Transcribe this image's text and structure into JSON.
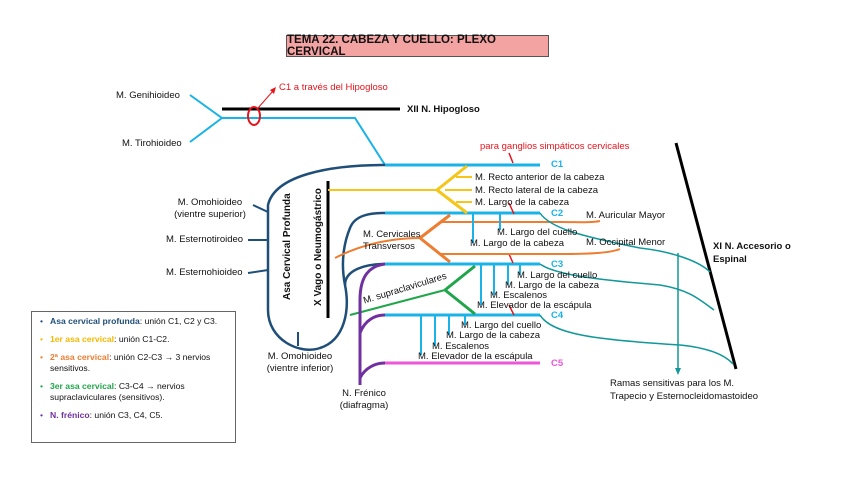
{
  "title": "TEMA 22. CABEZA Y CUELLO: PLEXO CERVICAL",
  "colors": {
    "c_nerve": "#19b3e8",
    "asa_profunda": "#1f4e79",
    "asa_1": "#f5c518",
    "asa_2": "#ed7d31",
    "asa_3": "#1fa64a",
    "frenico": "#7030a0",
    "c5": "#ee55d8",
    "accesorio": "#12989a",
    "sympathetic": "#e8141b",
    "title_bg": "#f4a3a3"
  },
  "hypoglossal": {
    "label": "XII N. Hipogloso",
    "c1_note": "C1 a través del Hipogloso",
    "muscles": [
      "M. Genihioideo",
      "M. Tirohioideo"
    ]
  },
  "sympathetic_label": "para ganglios simpáticos cervicales",
  "roots": [
    "C1",
    "C2",
    "C3",
    "C4",
    "C5"
  ],
  "c1_branches": [
    "M. Recto anterior de la cabeza",
    "M. Recto lateral de la cabeza",
    "M. Largo de la cabeza"
  ],
  "c2_branches": [
    "M. Largo del cuello",
    "M. Largo de la cabeza"
  ],
  "c2_sensory": [
    "M. Auricular Mayor",
    "M. Occipital Menor"
  ],
  "c3_branches": [
    "M. Largo del cuello",
    "M. Largo de la cabeza",
    "M. Escalenos",
    "M. Elevador de la escápula"
  ],
  "c4_branches": [
    "M. Largo del cuello",
    "M. Largo de la cabeza",
    "M. Escalenos",
    "M. Elevador de la escápula"
  ],
  "cervicales_transversos": [
    "M. Cervicales",
    "Transversos"
  ],
  "supraclaviculares": "M. supraclaviculares",
  "asa_profunda_label": "Asa Cervical Profunda",
  "vago_label": "X Vago o Neumogástrico",
  "asa_muscles": [
    [
      "M. Omohioideo",
      "(vientre superior)"
    ],
    [
      "M. Esternotiroideo"
    ],
    [
      "M. Esternohioideo"
    ],
    [
      "M. Omohioideo",
      "(vientre inferior)"
    ]
  ],
  "frenico": [
    "N. Frénico",
    "(diafragma)"
  ],
  "accesorio": [
    "XI N. Accesorio o",
    "Espinal"
  ],
  "ramas_sensitivas": [
    "Ramas sensitivas para los M.",
    "Trapecio y Esternocleidomastoideo"
  ],
  "legend": [
    {
      "key": "Asa cervical profunda",
      "text": ": unión C1, C2 y C3.",
      "color": "#1f4e79"
    },
    {
      "key": "1er asa cervical",
      "text": ": unión C1-C2.",
      "color": "#f5b800"
    },
    {
      "key": "2ª asa cervical",
      "text": ": unión C2-C3 → 3 nervios sensitivos.",
      "color": "#ed7d31"
    },
    {
      "key": "3er asa cervical",
      "text": ": C3-C4 → nervios supraclaviculares (sensitivos).",
      "color": "#1fa64a"
    },
    {
      "key": "N. frénico",
      "text": ": unión C3, C4, C5.",
      "color": "#7030a0"
    }
  ]
}
